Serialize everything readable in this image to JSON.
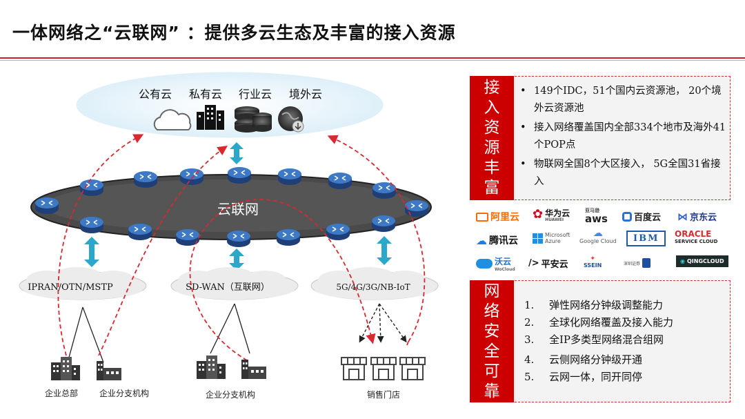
{
  "title": "一体网络之“云联网” ：提供多云生态及丰富的接入资源",
  "clouds": {
    "public": "公有云",
    "private": "私有云",
    "industry": "行业云",
    "overseas": "境外云"
  },
  "core_label": "云联网",
  "access": {
    "left": "IPRAN/OTN/MSTP",
    "middle": "SD-WAN（互联网）",
    "right": "5G/4G/3G/NB-IoT"
  },
  "sites": {
    "hq": "企业总部",
    "branch1": "企业分支机构",
    "branch2": "企业分支机构",
    "store": "销售门店"
  },
  "panel1": {
    "tag": "接入资源丰富",
    "items": [
      "149个IDC，51个国内云资源池， 20个境外云资源池",
      "接入网络覆盖国内全部334个地市及海外41个POP点",
      "物联网全国8个大区接入， 5G全国31省接入"
    ]
  },
  "logos": {
    "aliyun": "阿里云",
    "huawei": "华为云",
    "huawei_sub": "HUAWEI",
    "aws": "aws",
    "aws_sub": "亚马逊",
    "baidu": "百度云",
    "jd": "京东云",
    "tencent": "腾讯云",
    "azure": "Microsoft Azure",
    "google": "Google Cloud",
    "ibm": "IBM",
    "oracle": "ORACLE",
    "oracle_sub": "SERVICE CLOUD",
    "wo": "沃云",
    "wo_sub": "WoCloud",
    "pingan": "平安云",
    "ssein": "SSEIN",
    "sz": "深圳证券",
    "qing": "QINGCLOUD"
  },
  "panel2": {
    "tag": "网络安全可靠",
    "items": [
      {
        "n": "1.",
        "text": "弹性网络分钟级调整能力"
      },
      {
        "n": "2.",
        "text": "全球化网络覆盖及接入能力"
      },
      {
        "n": "3.",
        "text": "全IP多类型网络混合组网"
      },
      {
        "n": "4.",
        "text": "云侧网络分钟级开通"
      },
      {
        "n": "5.",
        "text": "云网一体，同开同停"
      }
    ]
  },
  "colors": {
    "accent": "#c00000",
    "arrow": "#2aa7c9",
    "dash": "#d9282f"
  }
}
